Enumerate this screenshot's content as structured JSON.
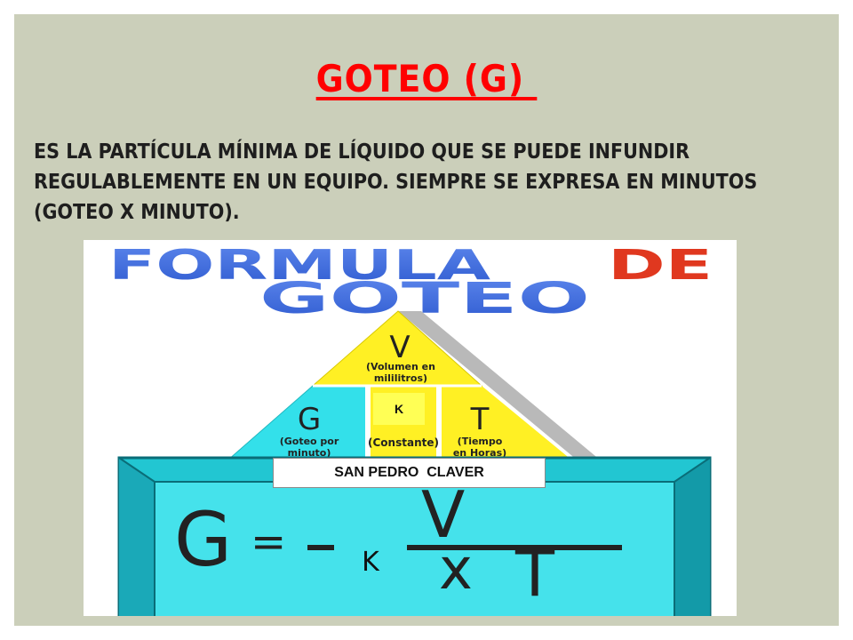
{
  "slide": {
    "title": "GOTEO (G) ",
    "body": "ES LA PARTÍCULA MÍNIMA DE LÍQUIDO QUE SE PUEDE INFUNDIR REGULABLEMENTE EN UN EQUIPO. SIEMPRE SE EXPRESA EN MINUTOS (GOTEO X MINUTO)."
  },
  "figure": {
    "banner_line1a": "FORMULA",
    "banner_line1b": "DE",
    "banner_line2": "GOTEO",
    "triangle": {
      "top_symbol": "V",
      "top_caption_1": "(Volumen en",
      "top_caption_2": "mililitros)",
      "left_symbol": "G",
      "left_caption_1": "(Goteo por",
      "left_caption_2": "minuto)",
      "center_label": "(Constante)",
      "center_k": "K",
      "right_symbol": "T",
      "right_caption_1": "(Tiempo",
      "right_caption_2": "en Horas)"
    },
    "watermark": "SAN PEDRO  CLAVER",
    "formula": {
      "lhs": "G",
      "equals": "=",
      "numerator": "V",
      "times": "x",
      "denominator_var": "T",
      "k": "K"
    },
    "colors": {
      "cyan": "#33e0ea",
      "yellow": "#fff024",
      "banner_blue": "#3e6fe2",
      "banner_red": "#d8341e"
    }
  }
}
